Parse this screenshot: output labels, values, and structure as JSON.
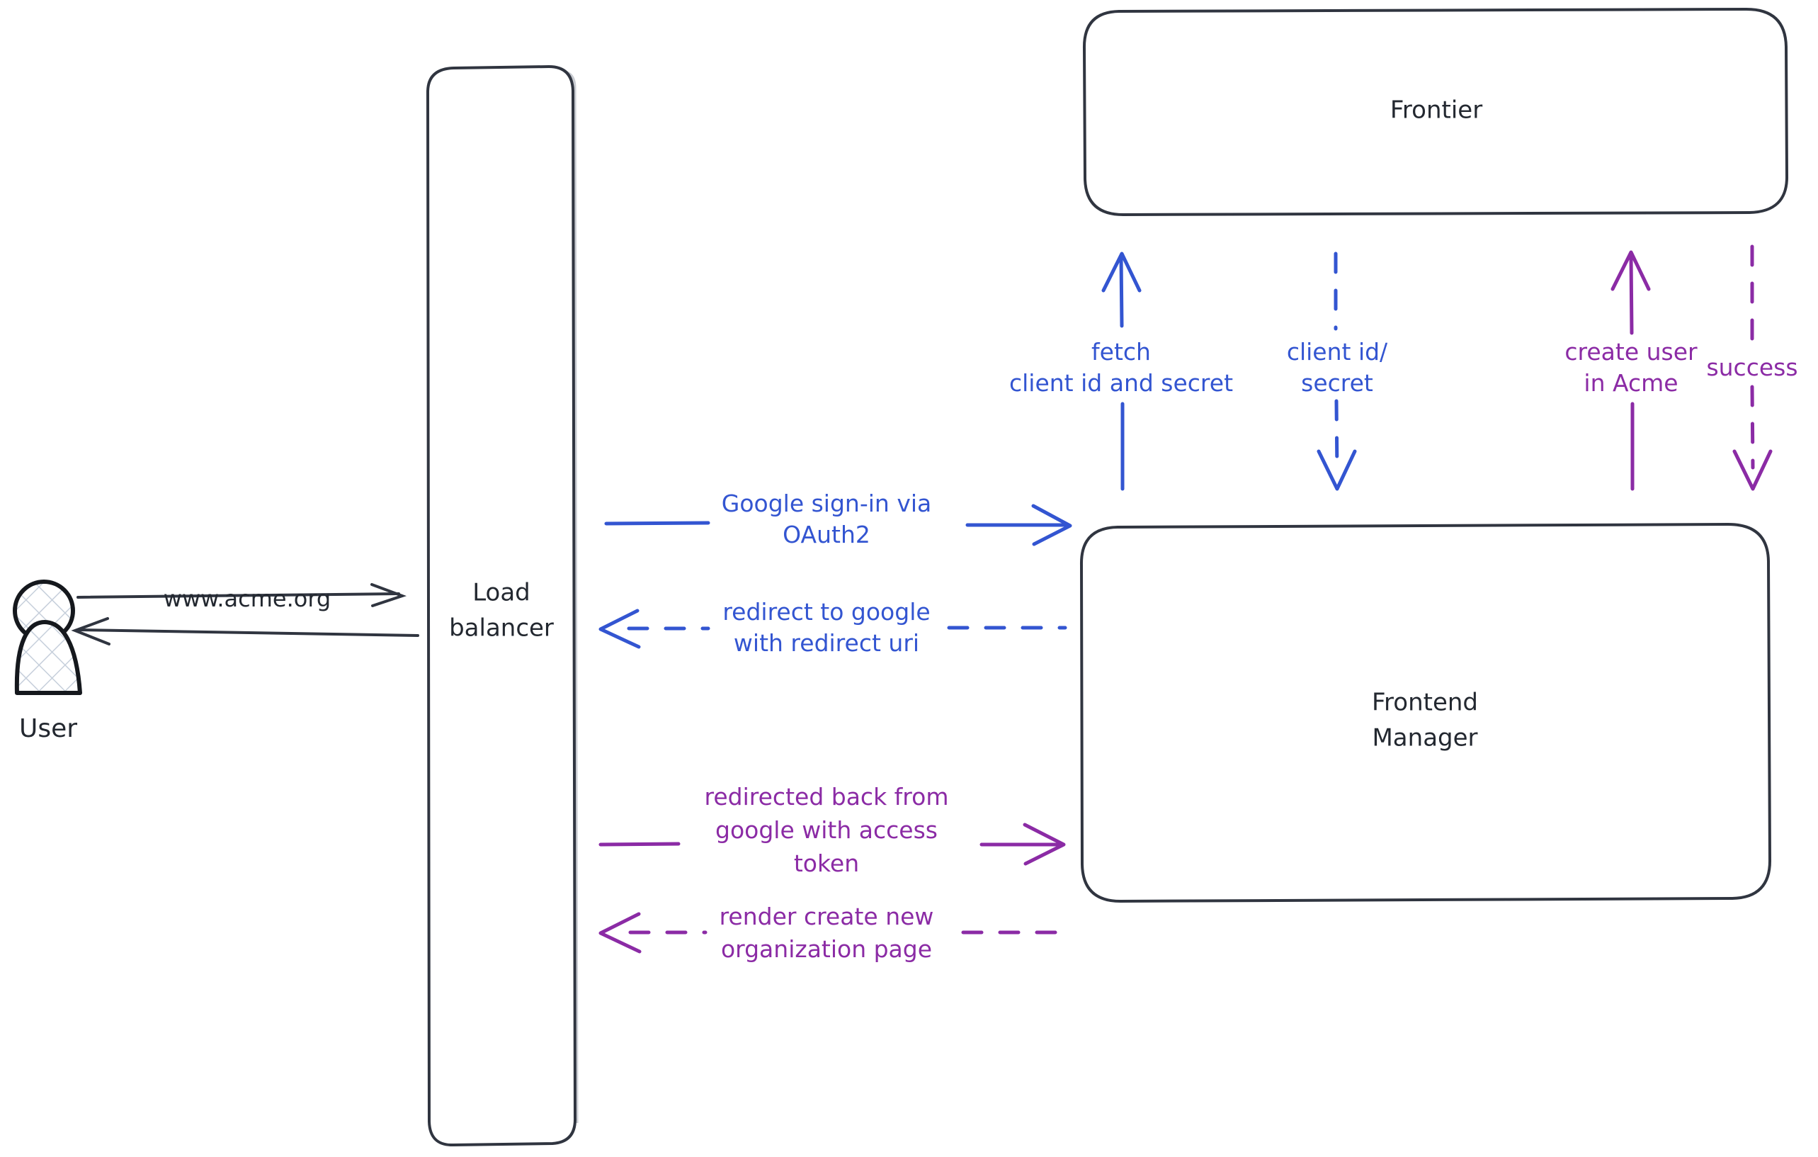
{
  "diagram": {
    "title": "OAuth2 Google sign-in sequence",
    "background": "#ffffff",
    "colors": {
      "dark": "#303540",
      "blue": "#3355d1",
      "purple": "#8b2ba5"
    }
  },
  "actors": {
    "user": {
      "label": "User",
      "icon": "user-person-icon"
    }
  },
  "nodes": [
    {
      "id": "load-balancer",
      "label_line1": "Load",
      "label_line2": "balancer"
    },
    {
      "id": "frontier",
      "label_line1": "Frontier",
      "label_line2": ""
    },
    {
      "id": "frontend-manager",
      "label_line1": "Frontend",
      "label_line2": "Manager"
    }
  ],
  "edges": [
    {
      "id": "user-to-lb",
      "color": "dark",
      "style": "solid",
      "direction": "right",
      "label_lines": [
        "www.acme.org"
      ]
    },
    {
      "id": "lb-to-user",
      "color": "dark",
      "style": "solid",
      "direction": "left",
      "label_lines": []
    },
    {
      "id": "lb-to-fm-signin",
      "color": "blue",
      "style": "solid",
      "direction": "right",
      "label_lines": [
        "Google sign-in via",
        "OAuth2"
      ]
    },
    {
      "id": "fm-to-lb-redirect",
      "color": "blue",
      "style": "dashed",
      "direction": "left",
      "label_lines": [
        "redirect to google",
        "with redirect uri"
      ]
    },
    {
      "id": "fm-to-frontier-fetch",
      "color": "blue",
      "style": "solid",
      "direction": "up",
      "label_lines": [
        "fetch",
        "client id and secret"
      ]
    },
    {
      "id": "frontier-to-fm-creds",
      "color": "blue",
      "style": "dashed",
      "direction": "down",
      "label_lines": [
        "client id/",
        "secret"
      ]
    },
    {
      "id": "lb-to-fm-token",
      "color": "purple",
      "style": "solid",
      "direction": "right",
      "label_lines": [
        "redirected back from",
        "google with access",
        "token"
      ]
    },
    {
      "id": "fm-to-lb-render",
      "color": "purple",
      "style": "dashed",
      "direction": "left",
      "label_lines": [
        "render create new",
        "organization page"
      ]
    },
    {
      "id": "fm-to-frontier-create-user",
      "color": "purple",
      "style": "solid",
      "direction": "up",
      "label_lines": [
        "create user",
        "in Acme"
      ]
    },
    {
      "id": "frontier-to-fm-success",
      "color": "purple",
      "style": "dashed",
      "direction": "down",
      "label_lines": [
        "success"
      ]
    }
  ]
}
